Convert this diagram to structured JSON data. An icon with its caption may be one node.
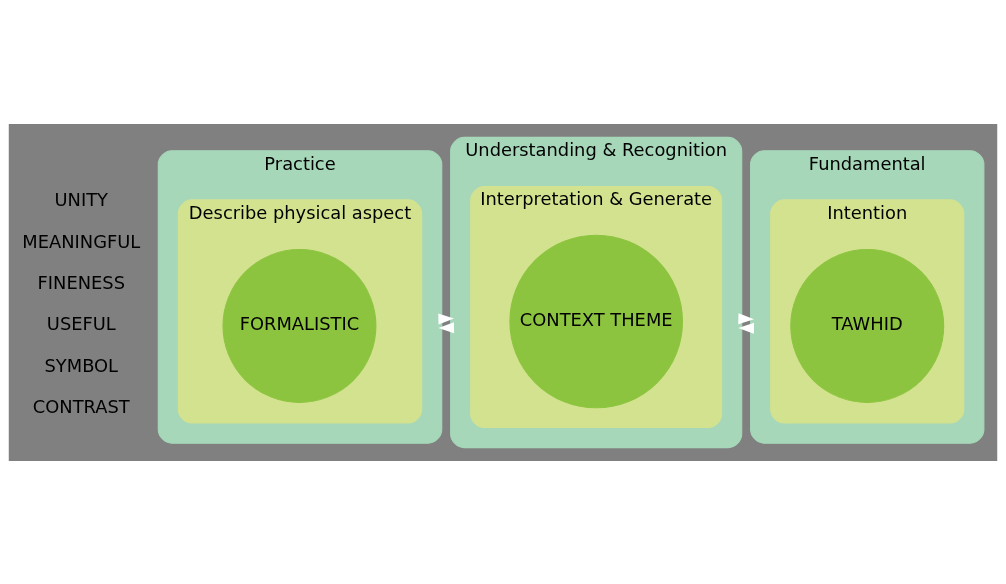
{
  "diagram": {
    "nodes": [
      {
        "text": [
          "Practice"
        ]
      },
      {
        "text": [
          "Describe physical aspect"
        ],
        "in": 0
      },
      {
        "text": [
          "FORMALISTIC"
        ],
        "in": 1
      },
      {
        "text": [
          "Understanding & Recognition"
        ]
      },
      {
        "text": [
          "Interpretation & Generate"
        ],
        "in": 3
      },
      {
        "text": [
          "CONTEXT THEME"
        ],
        "in": 4
      },
      {
        "text": [
          "Fundamental"
        ]
      },
      {
        "text": [
          "Intention"
        ],
        "in": 6
      },
      {
        "text": [
          "TAWHID"
        ],
        "in": 7
      }
    ],
    "edges": [
      {
        "from": 0,
        "to": 3,
        "arrow": "to"
      },
      {
        "from": 3,
        "to": 6,
        "arrow": "to"
      },
      {
        "from": 3,
        "to": 0,
        "arrow": "to"
      },
      {
        "from": 6,
        "to": 3,
        "arrow": "to"
      }
    ],
    "labels": [
      "UNITY",
      "MEANINGFUL",
      "FINENESS",
      "USEFUL",
      "SYMBOL",
      "CONTRAST"
    ]
  }
}
